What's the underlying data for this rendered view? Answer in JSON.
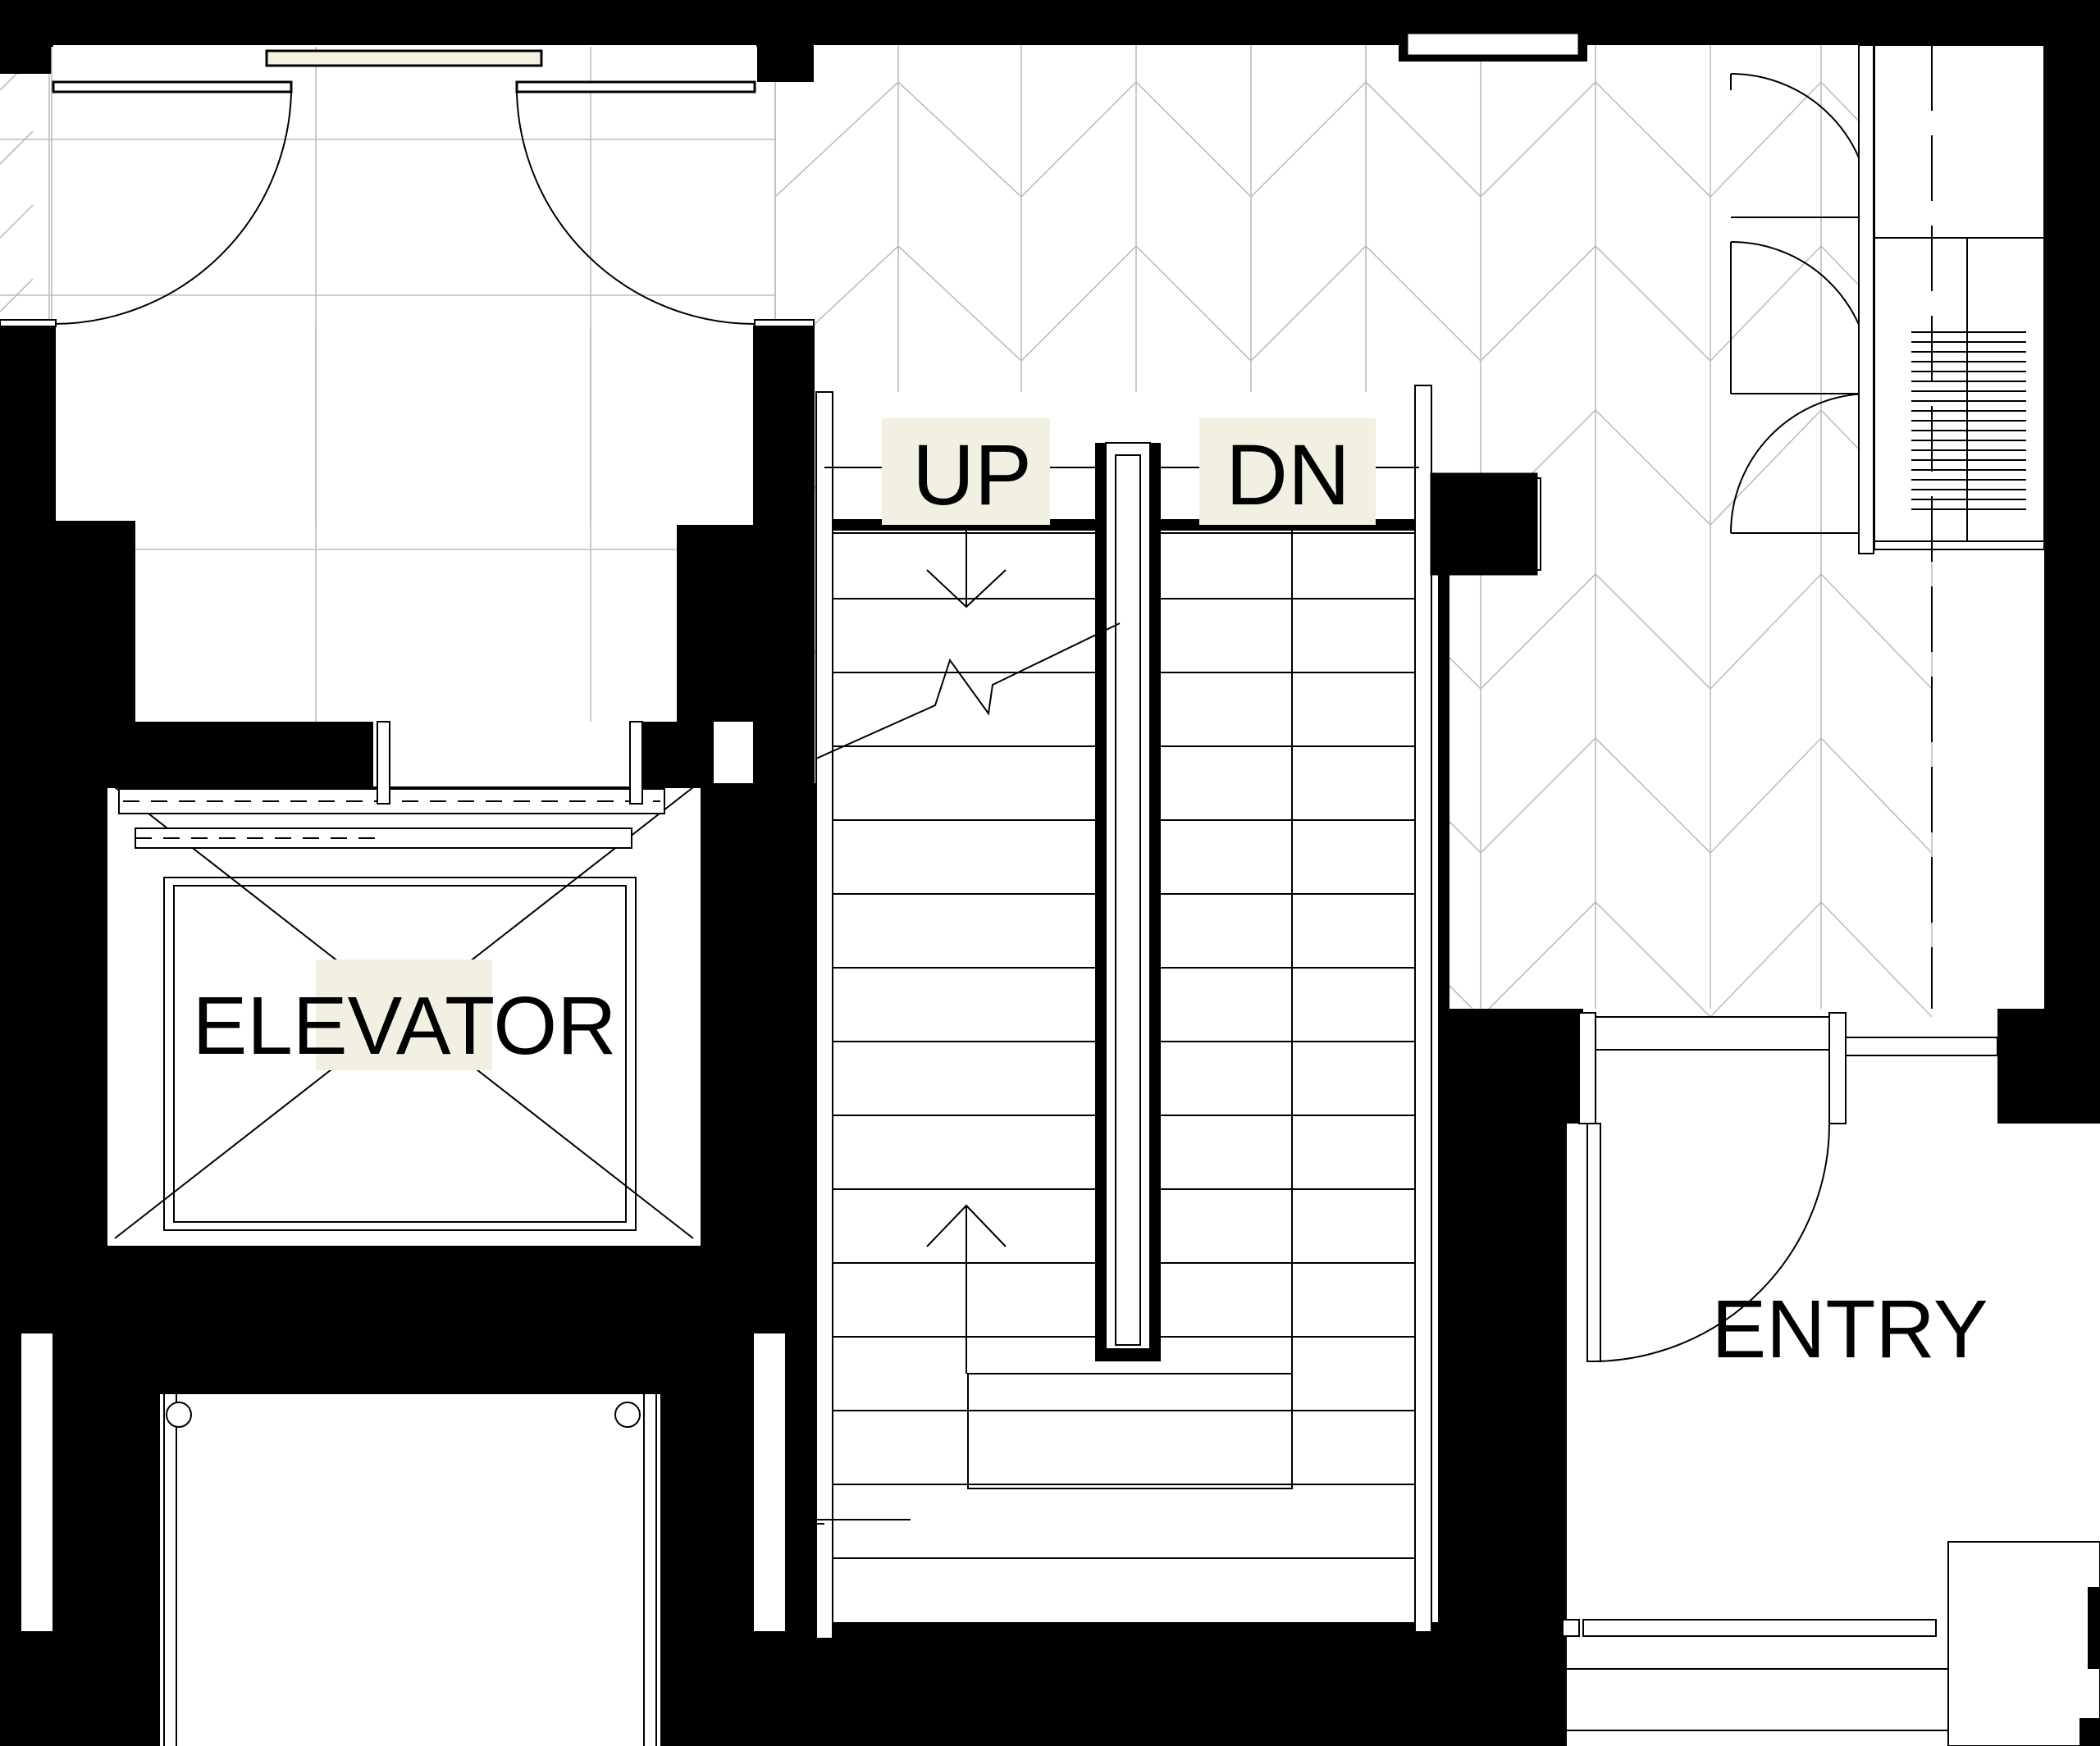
{
  "plan": {
    "labels": {
      "up": "UP",
      "down": "DN",
      "elevator": "ELEVATOR",
      "entry": "ENTRY"
    },
    "colors": {
      "wall": "#000000",
      "label_background": "#f1f0e2",
      "grid_line": "#bdbdbd",
      "line": "#000000"
    }
  }
}
